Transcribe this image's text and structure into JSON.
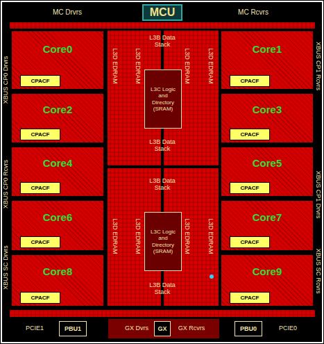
{
  "diagram": {
    "nodes": [
      {
        "text": [
          "MCU"
        ]
      },
      {
        "text": [
          "Core0"
        ]
      },
      {
        "text": [
          "CPACF"
        ],
        "in": 1
      },
      {
        "text": [
          "Core1"
        ]
      },
      {
        "text": [
          "CPACF"
        ],
        "in": 3
      },
      {
        "text": [
          "Core2"
        ]
      },
      {
        "text": [
          "CPACF"
        ],
        "in": 5
      },
      {
        "text": [
          "Core3"
        ]
      },
      {
        "text": [
          "CPACF"
        ],
        "in": 7
      },
      {
        "text": [
          "Core4"
        ]
      },
      {
        "text": [
          "CPACF"
        ],
        "in": 9
      },
      {
        "text": [
          "Core5"
        ]
      },
      {
        "text": [
          "CPACF"
        ],
        "in": 11
      },
      {
        "text": [
          "Core6"
        ]
      },
      {
        "text": [
          "CPACF"
        ],
        "in": 13
      },
      {
        "text": [
          "Core7"
        ]
      },
      {
        "text": [
          "CPACF"
        ],
        "in": 15
      },
      {
        "text": [
          "Core8"
        ]
      },
      {
        "text": [
          "CPACF"
        ],
        "in": 17
      },
      {
        "text": [
          "Core9"
        ]
      },
      {
        "text": [
          "CPACF"
        ],
        "in": 19
      },
      {
        "text": [
          "L3C Logic and Directory (SRAM)"
        ]
      },
      {
        "text": [
          "L3C Logic and Directory (SRAM)"
        ]
      },
      {
        "text": [
          "PBU1"
        ]
      },
      {
        "text": [
          "GX"
        ]
      },
      {
        "text": [
          "PBU0"
        ]
      }
    ],
    "labels": [
      "MC Drvrs",
      "MC Rcvrs",
      "XBUS CP0 Drvrs",
      "XBUS CP0 Rcvrs",
      "XBUS SC Drvrs",
      "XBUS CP1 Rcvrs",
      "XBUS CP1 Drvrs",
      "XBUS SC Rcvrs",
      "L3D EDRAM",
      "L3D EDRAM",
      "L3D EDRAM",
      "L3D EDRAM",
      "L3D EDRAM",
      "L3D EDRAM",
      "L3D EDRAM",
      "L3D EDRAM",
      "L3B Data Stack",
      "L3B Data Stack",
      "L3B Data Stack",
      "L3B Data Stack",
      "PCIE1",
      "GX Dvrs",
      "GX Rcvrs",
      "PCIE0"
    ]
  }
}
